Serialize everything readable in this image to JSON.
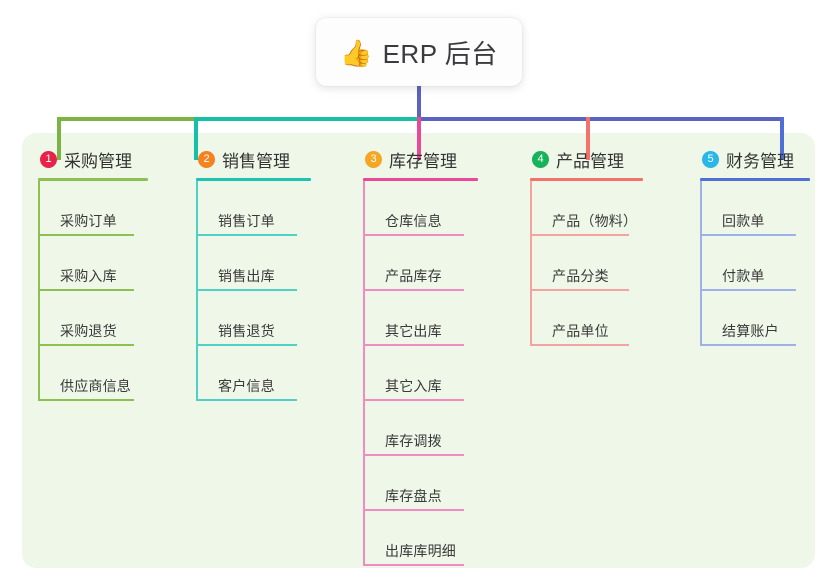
{
  "root": {
    "icon": "thumbs-up-icon",
    "emoji": "👍",
    "title": "ERP 后台"
  },
  "panel": {
    "background_color": "#eef7e8"
  },
  "connector_colors": {
    "stem": "#5b62c0",
    "bar_left": "#7cb342",
    "bar_mid": "#16bfa6",
    "bar_right": "#5b62c0",
    "drop_1": "#7cb342",
    "drop_2": "#16bfa6",
    "drop_3": "#ec4899",
    "drop_4": "#f4716c",
    "drop_5": "#4f6fd6"
  },
  "columns": [
    {
      "number": "1",
      "title": "采购管理",
      "badge_color": "#e8234a",
      "rule_color": "#8cc152",
      "line_color": "#8cc152",
      "items": [
        {
          "label": "采购订单"
        },
        {
          "label": "采购入库"
        },
        {
          "label": "采购退货"
        },
        {
          "label": "供应商信息"
        }
      ]
    },
    {
      "number": "2",
      "title": "销售管理",
      "badge_color": "#f5821f",
      "rule_color": "#1ec4b3",
      "line_color": "#4fd1c5",
      "items": [
        {
          "label": "销售订单"
        },
        {
          "label": "销售出库"
        },
        {
          "label": "销售退货"
        },
        {
          "label": "客户信息"
        }
      ]
    },
    {
      "number": "3",
      "title": "库存管理",
      "badge_color": "#f5a623",
      "rule_color": "#ec4899",
      "line_color": "#f08cc0",
      "items": [
        {
          "label": "仓库信息"
        },
        {
          "label": "产品库存"
        },
        {
          "label": "其它出库"
        },
        {
          "label": "其它入库"
        },
        {
          "label": "库存调拨"
        },
        {
          "label": "库存盘点"
        },
        {
          "label": "出库库明细"
        }
      ]
    },
    {
      "number": "4",
      "title": "产品管理",
      "badge_color": "#17b35a",
      "rule_color": "#f4716c",
      "line_color": "#f4a3a0",
      "items": [
        {
          "label": "产品（物料）"
        },
        {
          "label": "产品分类"
        },
        {
          "label": "产品单位"
        }
      ]
    },
    {
      "number": "5",
      "title": "财务管理",
      "badge_color": "#29b6e8",
      "rule_color": "#4f6fd6",
      "line_color": "#9bb1e8",
      "items": [
        {
          "label": "回款单"
        },
        {
          "label": "付款单"
        },
        {
          "label": "结算账户"
        }
      ]
    }
  ]
}
